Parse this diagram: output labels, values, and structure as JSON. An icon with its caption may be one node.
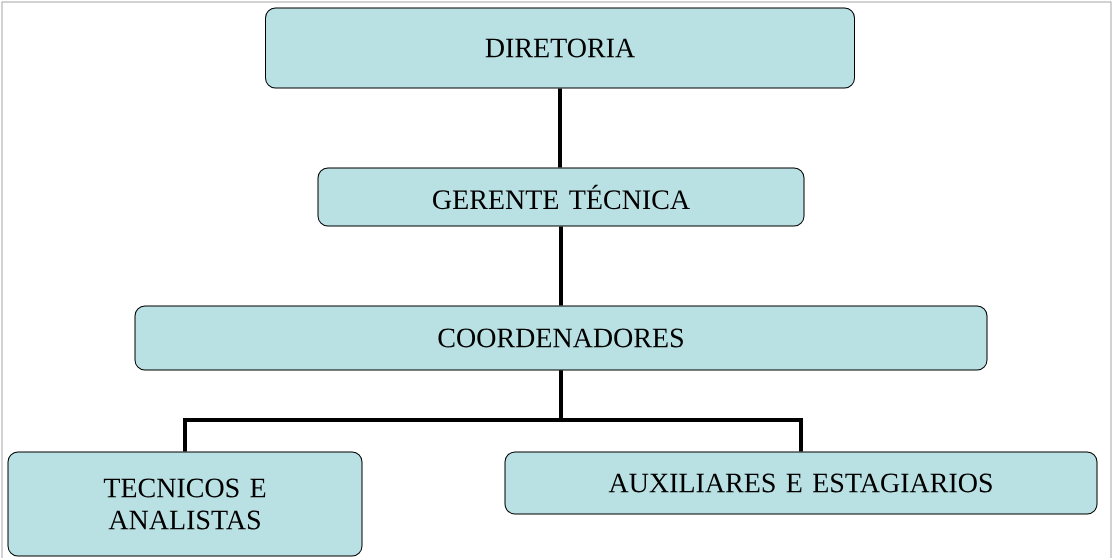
{
  "diagram": {
    "nodes": [
      {
        "text": [
          "DIRETORIA"
        ]
      },
      {
        "text": [
          "GERENTE TÉCNICA"
        ]
      },
      {
        "text": [
          "COORDENADORES"
        ]
      },
      {
        "text": [
          "TECNICOS E ANALISTAS"
        ]
      },
      {
        "text": [
          "AUXILIARES E ESTAGIARIOS"
        ]
      }
    ],
    "edges": [
      {
        "from": 0,
        "to": 1,
        "arrow": "none"
      },
      {
        "from": 1,
        "to": 2,
        "arrow": "none"
      },
      {
        "from": 2,
        "to": 3,
        "arrow": "none"
      },
      {
        "from": 2,
        "to": 4,
        "arrow": "none"
      }
    ]
  }
}
